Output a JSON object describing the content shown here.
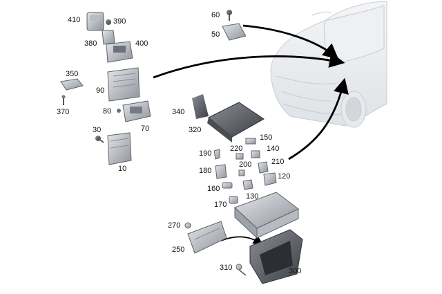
{
  "parts": [
    {
      "id": "p410",
      "label": "410"
    },
    {
      "id": "p390",
      "label": "390"
    },
    {
      "id": "p380",
      "label": "380"
    },
    {
      "id": "p400",
      "label": "400"
    },
    {
      "id": "p350",
      "label": "350"
    },
    {
      "id": "p90",
      "label": "90"
    },
    {
      "id": "p370",
      "label": "370"
    },
    {
      "id": "p80",
      "label": "80"
    },
    {
      "id": "p70",
      "label": "70"
    },
    {
      "id": "p30",
      "label": "30"
    },
    {
      "id": "p10",
      "label": "10"
    },
    {
      "id": "p60",
      "label": "60"
    },
    {
      "id": "p50",
      "label": "50"
    },
    {
      "id": "p340",
      "label": "340"
    },
    {
      "id": "p320",
      "label": "320"
    },
    {
      "id": "p150",
      "label": "150"
    },
    {
      "id": "p190",
      "label": "190"
    },
    {
      "id": "p220",
      "label": "220"
    },
    {
      "id": "p140",
      "label": "140"
    },
    {
      "id": "p200",
      "label": "200"
    },
    {
      "id": "p210",
      "label": "210"
    },
    {
      "id": "p180",
      "label": "180"
    },
    {
      "id": "p120",
      "label": "120"
    },
    {
      "id": "p160",
      "label": "160"
    },
    {
      "id": "p130",
      "label": "130"
    },
    {
      "id": "p170",
      "label": "170"
    },
    {
      "id": "p270",
      "label": "270"
    },
    {
      "id": "p250",
      "label": "250"
    },
    {
      "id": "p310",
      "label": "310"
    },
    {
      "id": "p300",
      "label": "300"
    }
  ]
}
